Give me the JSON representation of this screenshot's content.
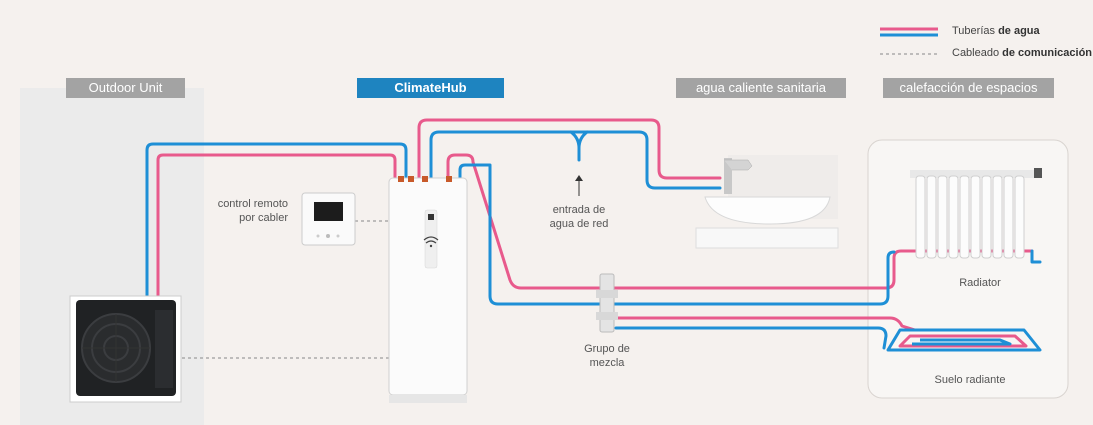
{
  "legend": {
    "water_pipes_prefix": "Tuberías ",
    "water_pipes_bold": "de agua",
    "wiring_prefix": "Cableado ",
    "wiring_bold": "de comunicación"
  },
  "sections": {
    "outdoor_unit": "Outdoor Unit",
    "climatehub": "ClimateHub",
    "hot_water": "agua caliente sanitaria",
    "space_heating": "calefacción de espacios"
  },
  "labels": {
    "remote_line1": "control remoto",
    "remote_line2": "por cabler",
    "mains_line1": "entrada de",
    "mains_line2": "agua de red",
    "mixing_line1": "Grupo de",
    "mixing_line2": "mezcla",
    "radiator": "Radiator",
    "underfloor": "Suelo radiante"
  },
  "colors": {
    "header_gray": "#a3a3a3",
    "header_blue": "#1e84c0",
    "hot_pipe": "#e85a8c",
    "cold_pipe": "#1e8fd6"
  }
}
